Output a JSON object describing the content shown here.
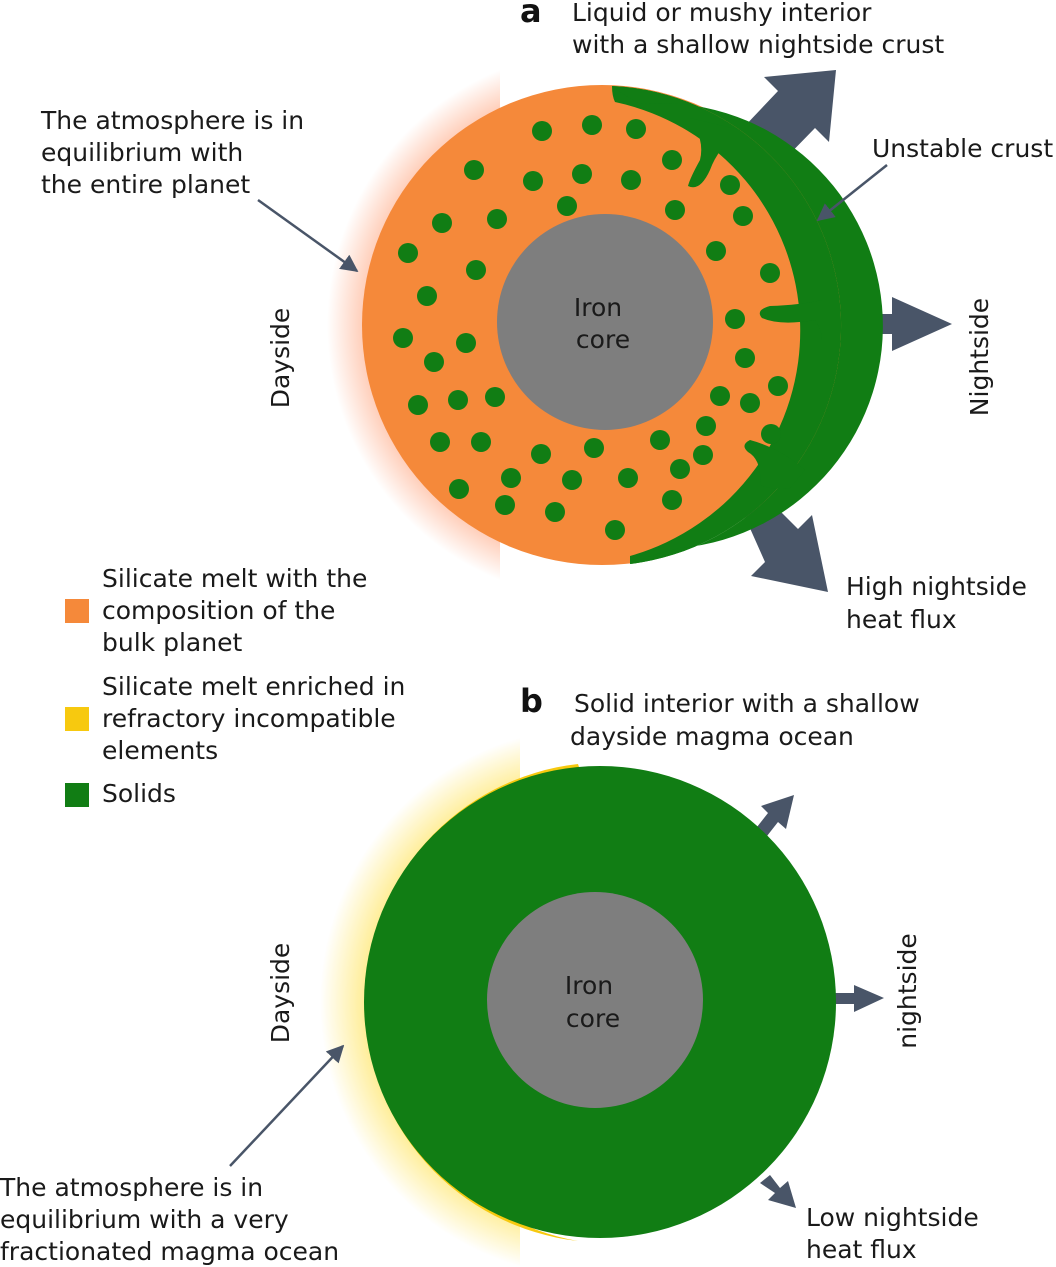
{
  "panel_a": {
    "letter": "a",
    "title_line1": "Liquid or mushy interior",
    "title_line2": "with a shallow nightside crust",
    "atmosphere_line1": "The atmosphere is in",
    "atmosphere_line2": "equilibrium with",
    "atmosphere_line3": "the entire planet",
    "unstable_crust": "Unstable crust",
    "dayside": "Dayside",
    "nightside": "Nightside",
    "core_line1": "Iron",
    "core_line2": "core",
    "heat_line1": "High nightside",
    "heat_line2": "heat flux"
  },
  "panel_b": {
    "letter": "b",
    "title_line1": "Solid interior with a shallow",
    "title_line2": "dayside magma ocean",
    "dayside": "Dayside",
    "nightside": "nightside",
    "core_line1": "Iron",
    "core_line2": "core",
    "atmosphere_line1": "The atmosphere is in",
    "atmosphere_line2": "equilibrium with a very",
    "atmosphere_line3": "fractionated magma ocean",
    "heat_line1": "Low nightside",
    "heat_line2": "heat flux"
  },
  "legend": {
    "orange_line1": "Silicate melt with the",
    "orange_line2": "composition of the",
    "orange_line3": "bulk planet",
    "yellow_line1": "Silicate melt enriched in",
    "yellow_line2": "refractory incompatible",
    "yellow_line3": "elements",
    "green_label": "Solids"
  },
  "colors": {
    "orange_melt": "#f5893a",
    "yellow_melt": "#f7c90f",
    "solids_green": "#117d14",
    "iron_core": "#7e7e7e",
    "arrow": "#495568"
  }
}
